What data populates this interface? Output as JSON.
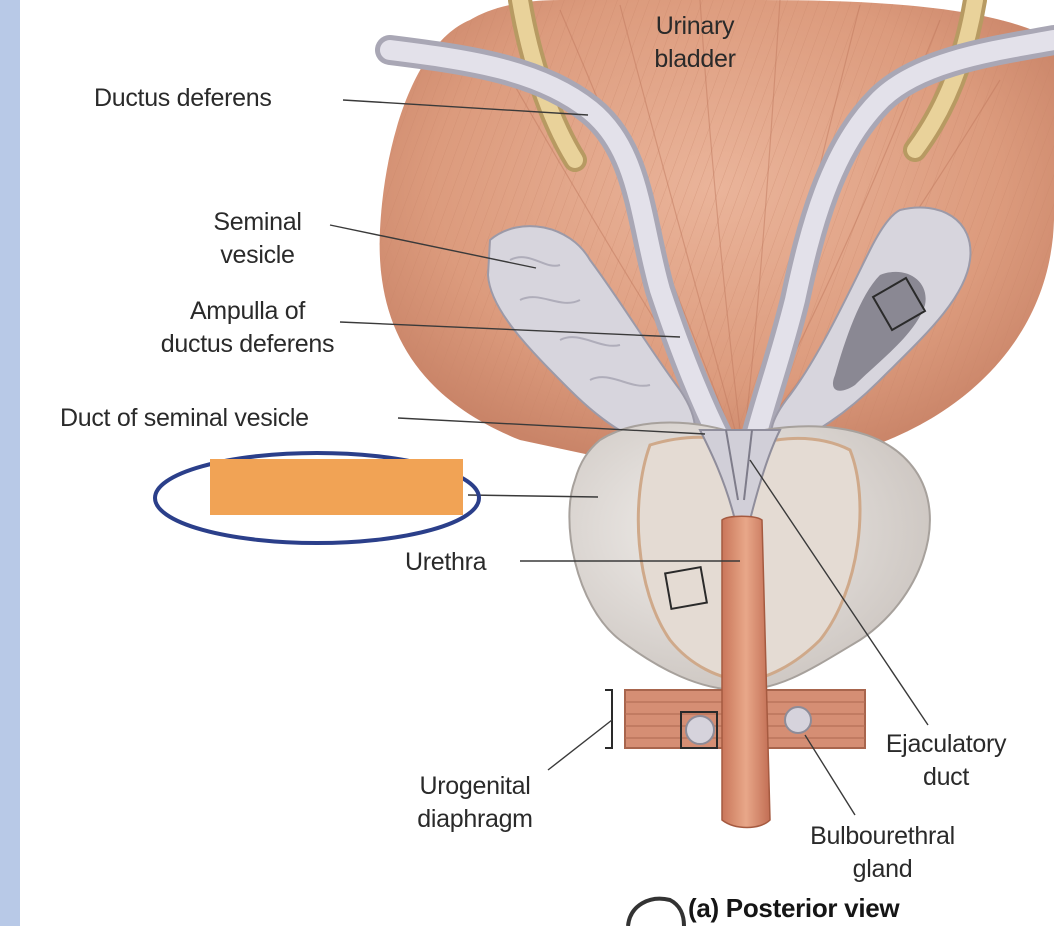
{
  "colors": {
    "side_strip": "#b8c9e7",
    "cover_box": "#f1a355",
    "highlight_ellipse": "#2b3f8a",
    "muscle": "#dfa083",
    "gland": "#dcd7d3",
    "duct": "#c6c4cc",
    "urethra": "#d98b6a",
    "leader_line": "#3a3a3a"
  },
  "labels": {
    "urinary_bladder": [
      "Urinary",
      "bladder"
    ],
    "ductus_deferens": "Ductus deferens",
    "seminal_vesicle": [
      "Seminal",
      "vesicle"
    ],
    "ampulla": [
      "Ampulla of",
      "ductus deferens"
    ],
    "duct_of_seminal_vesicle": "Duct of seminal vesicle",
    "urethra": "Urethra",
    "urogenital_diaphragm": [
      "Urogenital",
      "diaphragm"
    ],
    "ejaculatory_duct": [
      "Ejaculatory",
      "duct"
    ],
    "bulbourethral_gland": [
      "Bulbourethral",
      "gland"
    ],
    "caption": "(a) Posterior view"
  }
}
